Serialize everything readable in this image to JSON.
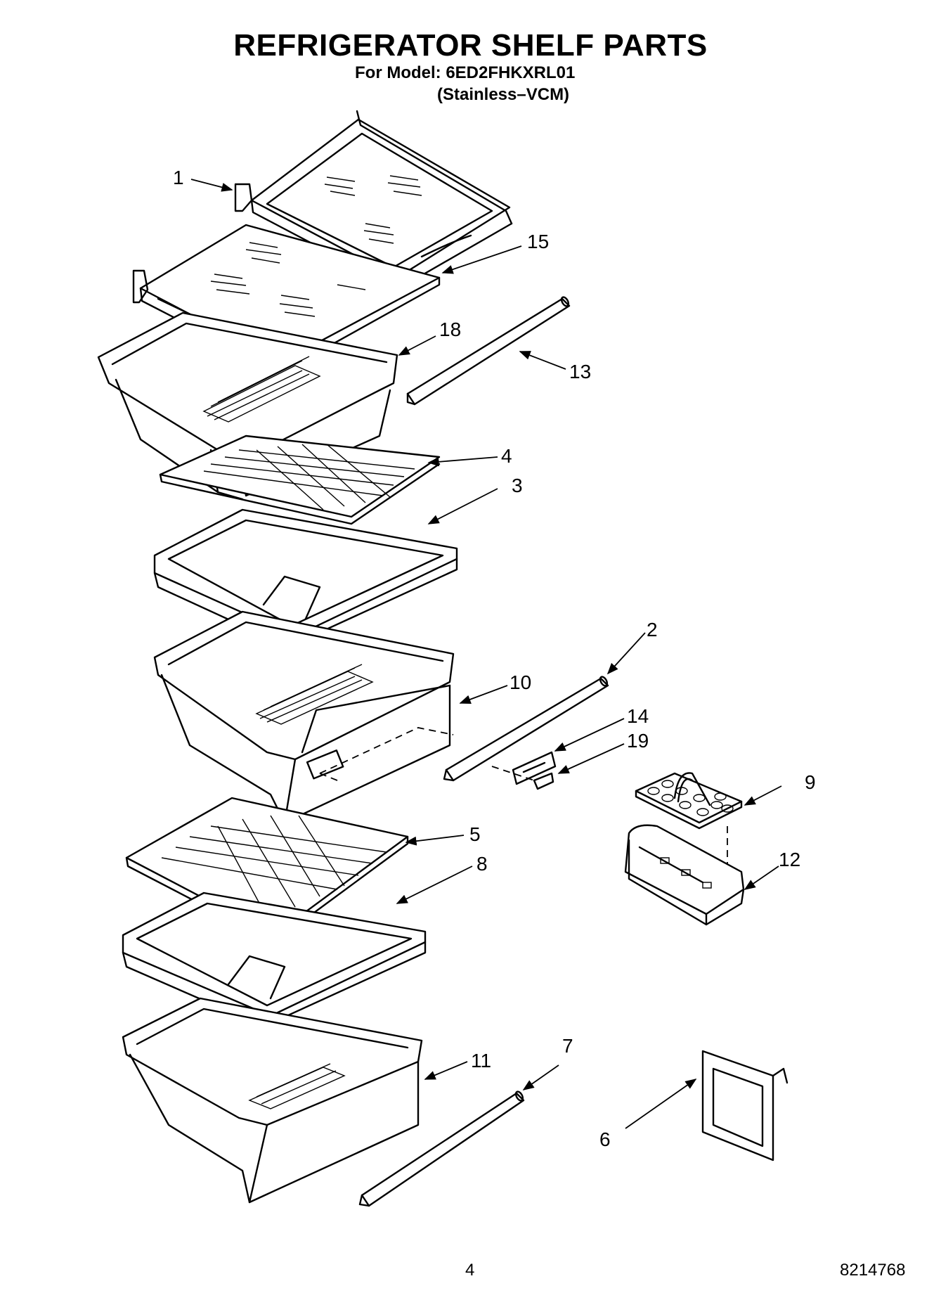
{
  "header": {
    "title": "REFRIGERATOR SHELF PARTS",
    "model_line": "For Model: 6ED2FHKXRL01",
    "variant_line": "(Stainless–VCM)"
  },
  "callouts": {
    "c1": "1",
    "c2": "2",
    "c3": "3",
    "c4": "4",
    "c5": "5",
    "c6": "6",
    "c7": "7",
    "c8": "8",
    "c9": "9",
    "c10": "10",
    "c11": "11",
    "c12": "12",
    "c13": "13",
    "c14": "14",
    "c15": "15",
    "c18": "18",
    "c19": "19"
  },
  "footer": {
    "page_number": "4",
    "document_number": "8214768"
  }
}
